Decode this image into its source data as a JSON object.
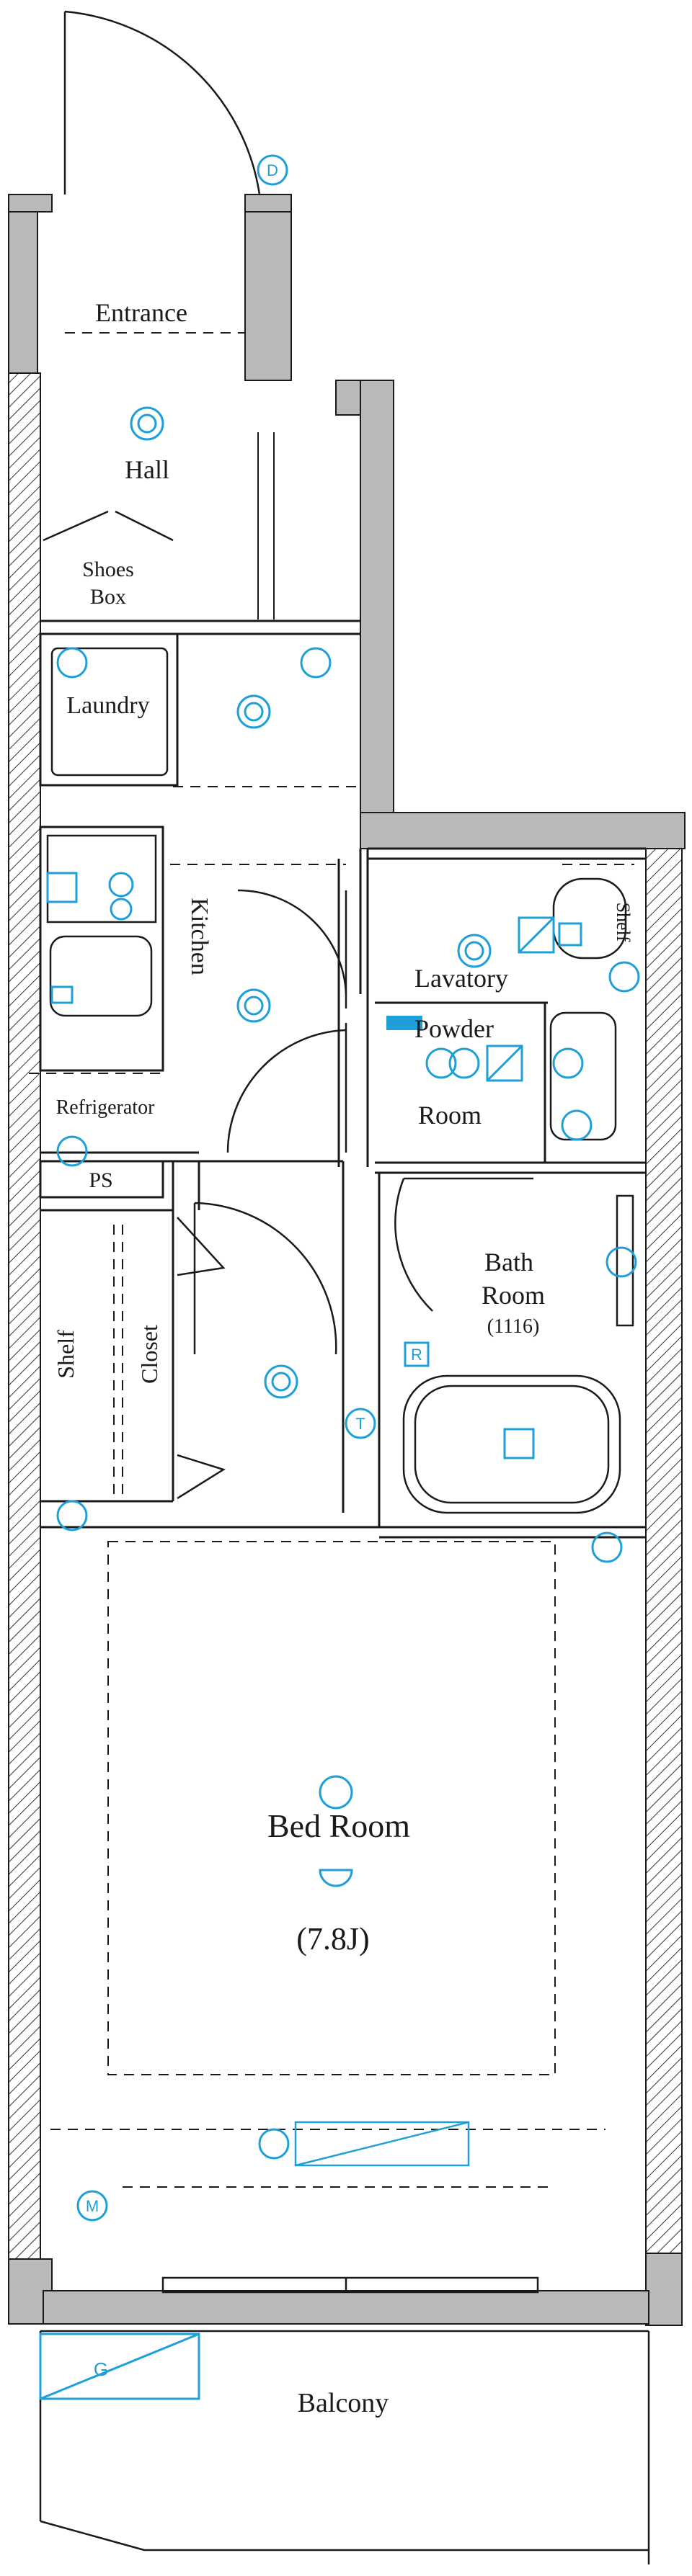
{
  "rooms": {
    "entrance": "Entrance",
    "hall": "Hall",
    "shoes_box_line1": "Shoes",
    "shoes_box_line2": "Box",
    "laundry": "Laundry",
    "kitchen": "Kitchen",
    "refrigerator": "Refrigerator",
    "lavatory": "Lavatory",
    "shelf_top": "Shelf",
    "powder_room_line1": "Powder",
    "powder_room_line2": "Room",
    "ps": "PS",
    "bath_room_line1": "Bath",
    "bath_room_line2": "Room",
    "bath_size": "(1116)",
    "shelf": "Shelf",
    "closet": "Closet",
    "bed_room": "Bed Room",
    "bed_room_size": "(7.8J)",
    "balcony": "Balcony"
  },
  "markers": {
    "door": "D",
    "meter": "M",
    "gas": "G",
    "thermostat": "T",
    "remote": "R"
  },
  "colors": {
    "wall": "#b9b9b9",
    "line": "#1a1a1a",
    "fixture": "#1e9fd8"
  }
}
